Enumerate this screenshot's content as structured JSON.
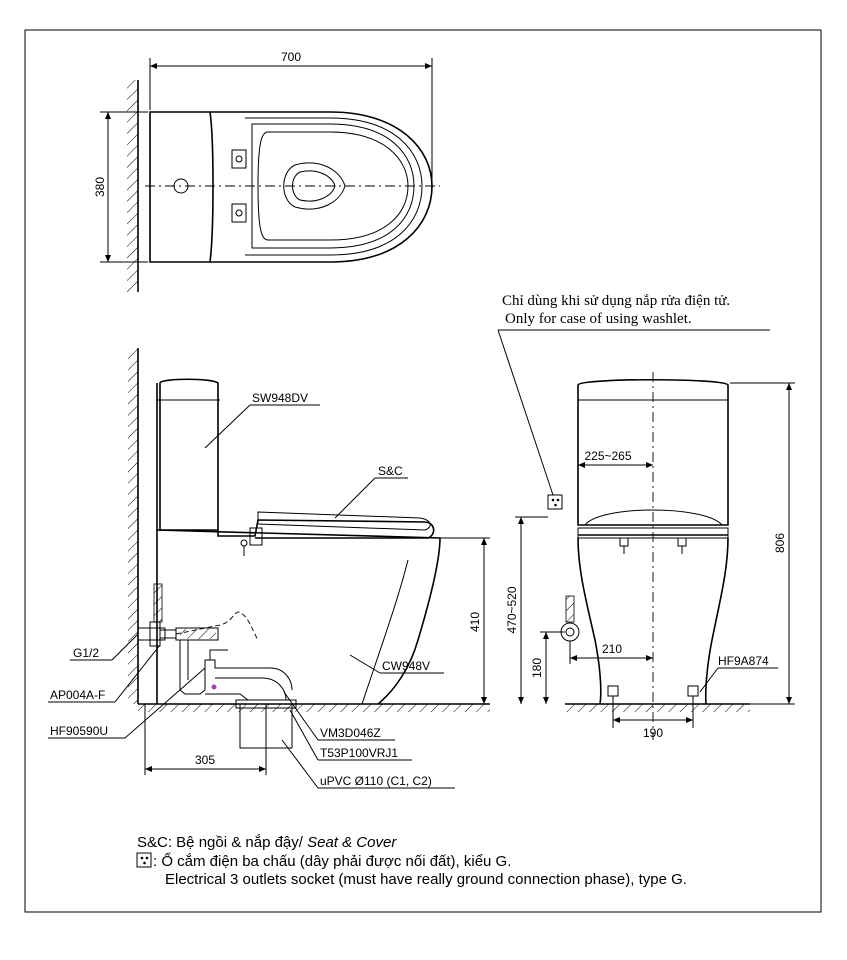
{
  "top_view": {
    "dim_width": "700",
    "dim_depth": "380"
  },
  "side_view": {
    "labels": {
      "tank": "SW948DV",
      "seat": "S&C",
      "bowl": "CW948V",
      "supply": "G1/2",
      "valve": "AP004A-F",
      "hose": "HF90590U",
      "flange": "VM3D046Z",
      "adapter": "T53P100VRJ1",
      "pipe": "uPVC Ø110 (C1, C2)"
    },
    "dims": {
      "seat_height": "410",
      "rough_in": "305"
    }
  },
  "front_view": {
    "note_vi": "Chỉ dùng khi sử dụng nắp rửa điện tử.",
    "note_en": "Only for case of using washlet.",
    "labels": {
      "hose": "HF9A874"
    },
    "dims": {
      "socket_offset": "225~265",
      "total_height": "806",
      "socket_height": "470~520",
      "supply_height": "180",
      "supply_offset": "210",
      "bolt_spacing": "190"
    }
  },
  "legend": {
    "line1_prefix": "S&C: Bệ ngồi & nắp đậy/ ",
    "line1_italic": "Seat & Cover",
    "line2": ": Ổ cắm điện ba chấu (dây phải được nối đất), kiểu G.",
    "line3": "Electrical 3 outlets socket (must have really ground connection phase), type G."
  }
}
